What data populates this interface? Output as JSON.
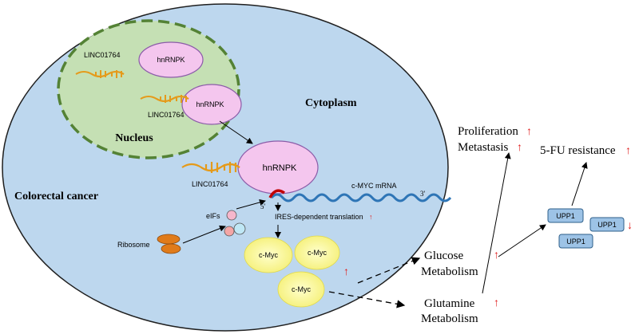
{
  "labels": {
    "cytoplasm": "Cytoplasm",
    "nucleus": "Nucleus",
    "colorectal_cancer": "Colorectal cancer",
    "linc_top": "LINC01764",
    "linc_mid": "LINC01764",
    "linc_bottom": "LINC01764",
    "hnrnpk_top": "hnRNPK",
    "hnrnpk_mid": "hnRNPK",
    "hnrnpk_cyto": "hnRNPK",
    "cmyc_mrna": "c-MYC mRNA",
    "five_prime": "5'",
    "three_prime": "3'",
    "ires_translation": "IRES-dependent translation",
    "eifs": "eIFs",
    "ribosome": "Ribosome",
    "cmyc_1": "c-Myc",
    "cmyc_2": "c-Myc",
    "cmyc_3": "c-Myc",
    "proliferation": "Proliferation",
    "metastasis": "Metastasis",
    "fu_resistance": "5-FU resistance",
    "upp1_a": "UPP1",
    "upp1_b": "UPP1",
    "upp1_c": "UPP1",
    "glucose_1": "Glucose",
    "glucose_2": "Metabolism",
    "glutamine_1": "Glutamine",
    "glutamine_2": "Metabolism"
  },
  "arrows": {
    "up": "↑",
    "down": "↓"
  },
  "colors": {
    "cell_fill": "#bdd7ee",
    "nucleus_fill": "#c5e0b4",
    "nucleus_border": "#548235",
    "hnrnpk_fill": "#f4c6ee",
    "hnrnpk_border": "#8b5ca8",
    "dna": "#e59a1a",
    "mrna": "#2e75b6",
    "ires": "#c00000",
    "cmyc_fill": "#ffff99",
    "upp1_fill": "#9dc3e6",
    "up_arrow": "#e02020"
  }
}
